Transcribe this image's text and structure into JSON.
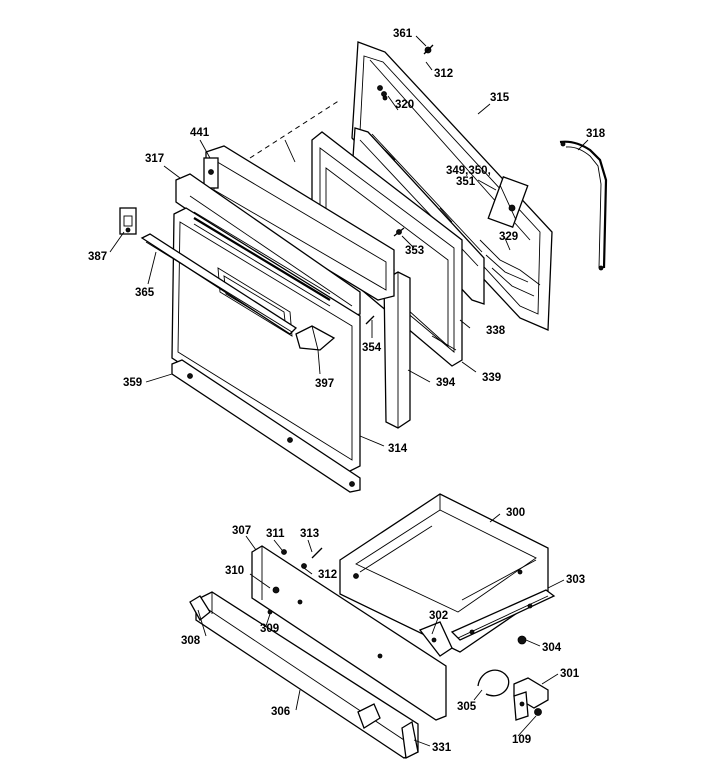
{
  "diagram": {
    "header_fragment": "",
    "part_labels": {
      "p361": "361",
      "p312a": "312",
      "p320": "320",
      "p315": "315",
      "p318": "318",
      "p441": "441",
      "p317": "317",
      "p349": "349,350,",
      "p351": "351",
      "p387": "387",
      "p353": "353",
      "p329": "329",
      "p365": "365",
      "p338": "338",
      "p354": "354",
      "p397": "397",
      "p339": "339",
      "p359": "359",
      "p394": "394",
      "p314": "314",
      "p300": "300",
      "p307": "307",
      "p311": "311",
      "p313": "313",
      "p312b": "312",
      "p310": "310",
      "p303": "303",
      "p308": "308",
      "p309": "309",
      "p302": "302",
      "p304": "304",
      "p301": "301",
      "p305": "305",
      "p306": "306",
      "p109": "109",
      "p331": "331"
    }
  }
}
